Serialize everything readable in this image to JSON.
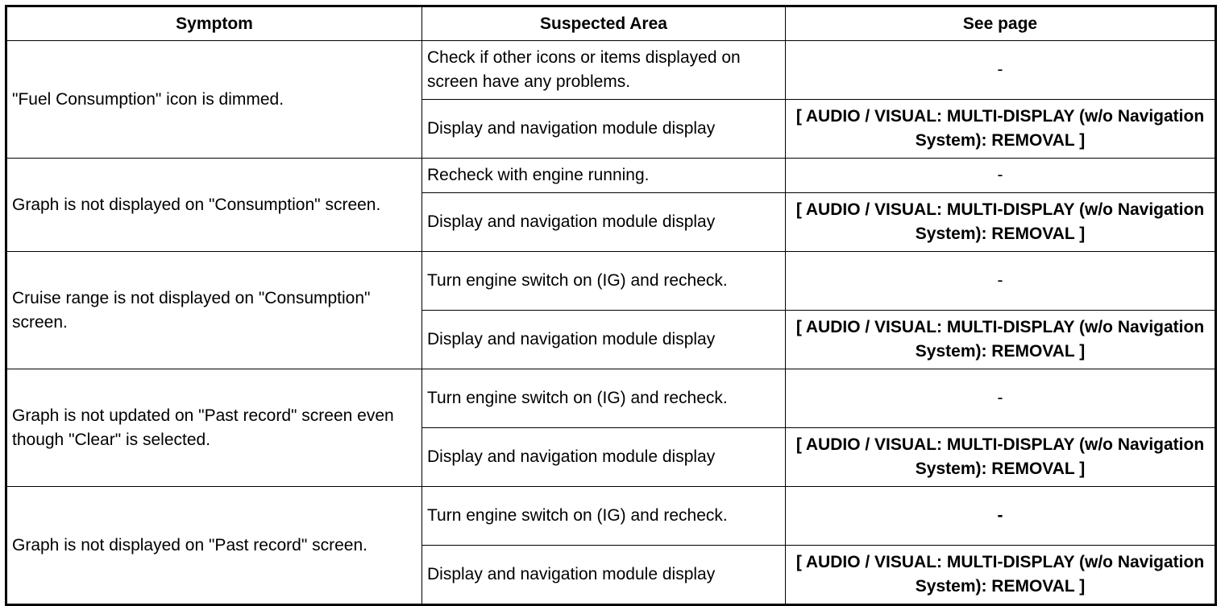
{
  "headers": {
    "symptom": "Symptom",
    "suspected_area": "Suspected Area",
    "see_page": "See page"
  },
  "rows": [
    {
      "symptom": "\"Fuel Consumption\" icon is dimmed.",
      "items": [
        {
          "area": "Check if other icons or items displayed on screen have any problems.",
          "page": "-"
        },
        {
          "area": "Display and navigation module display",
          "page": "[ AUDIO / VISUAL: MULTI-DISPLAY (w/o Navigation System): REMOVAL ]"
        }
      ]
    },
    {
      "symptom": "Graph is not displayed on \"Consumption\" screen.",
      "items": [
        {
          "area": "Recheck with engine running.",
          "page": "-"
        },
        {
          "area": "Display and navigation module display",
          "page": "[ AUDIO / VISUAL: MULTI-DISPLAY (w/o Navigation System): REMOVAL ]"
        }
      ]
    },
    {
      "symptom": "Cruise range is not displayed on \"Consumption\" screen.",
      "items": [
        {
          "area": "Turn engine switch on (IG) and recheck.",
          "page": "-"
        },
        {
          "area": "Display and navigation module display",
          "page": "[ AUDIO / VISUAL: MULTI-DISPLAY (w/o Navigation System): REMOVAL ]"
        }
      ]
    },
    {
      "symptom": "Graph is not updated on \"Past record\" screen even though \"Clear\" is selected.",
      "items": [
        {
          "area": "Turn engine switch on (IG) and recheck.",
          "page": "-"
        },
        {
          "area": "Display and navigation module display",
          "page": "[ AUDIO / VISUAL: MULTI-DISPLAY (w/o Navigation System): REMOVAL ]"
        }
      ]
    },
    {
      "symptom": "Graph is not displayed on \"Past record\" screen.",
      "items": [
        {
          "area": "Turn engine switch on (IG) and recheck.",
          "page": "-"
        },
        {
          "area": "Display and navigation module display",
          "page": "[ AUDIO / VISUAL: MULTI-DISPLAY (w/o Navigation System): REMOVAL ]"
        }
      ]
    }
  ]
}
